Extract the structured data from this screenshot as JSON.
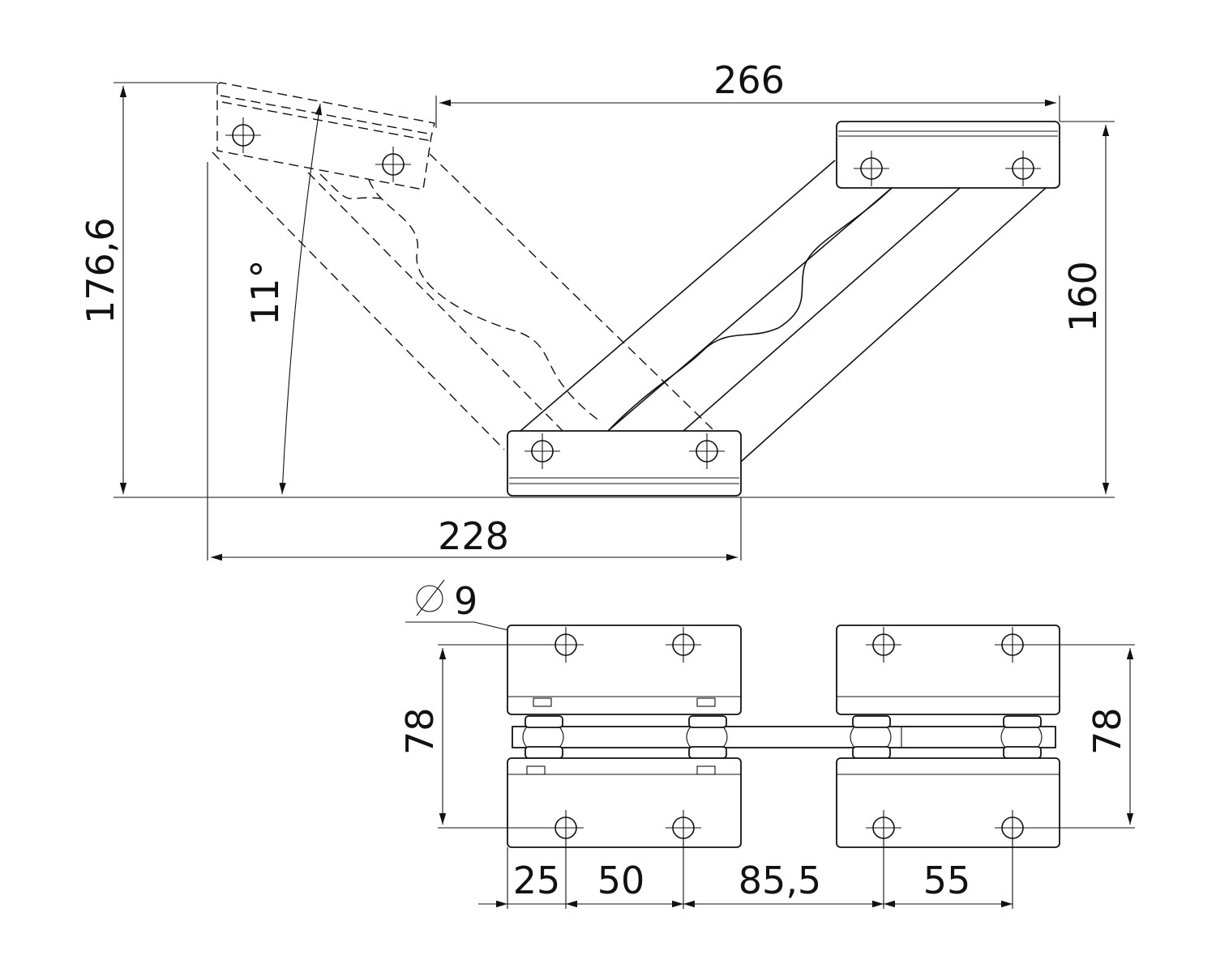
{
  "drawing": {
    "dimensions": {
      "overall_height": "176,6",
      "opening_angle": "11°",
      "top_length": "266",
      "closed_height": "160",
      "base_length": "228",
      "hole_diameter": "9",
      "plate_width_left": "78",
      "plate_width_right": "78",
      "offset_edge_hole": "25",
      "hole_spacing_left": "50",
      "hole_spacing_center": "85,5",
      "hole_spacing_right": "55"
    }
  }
}
